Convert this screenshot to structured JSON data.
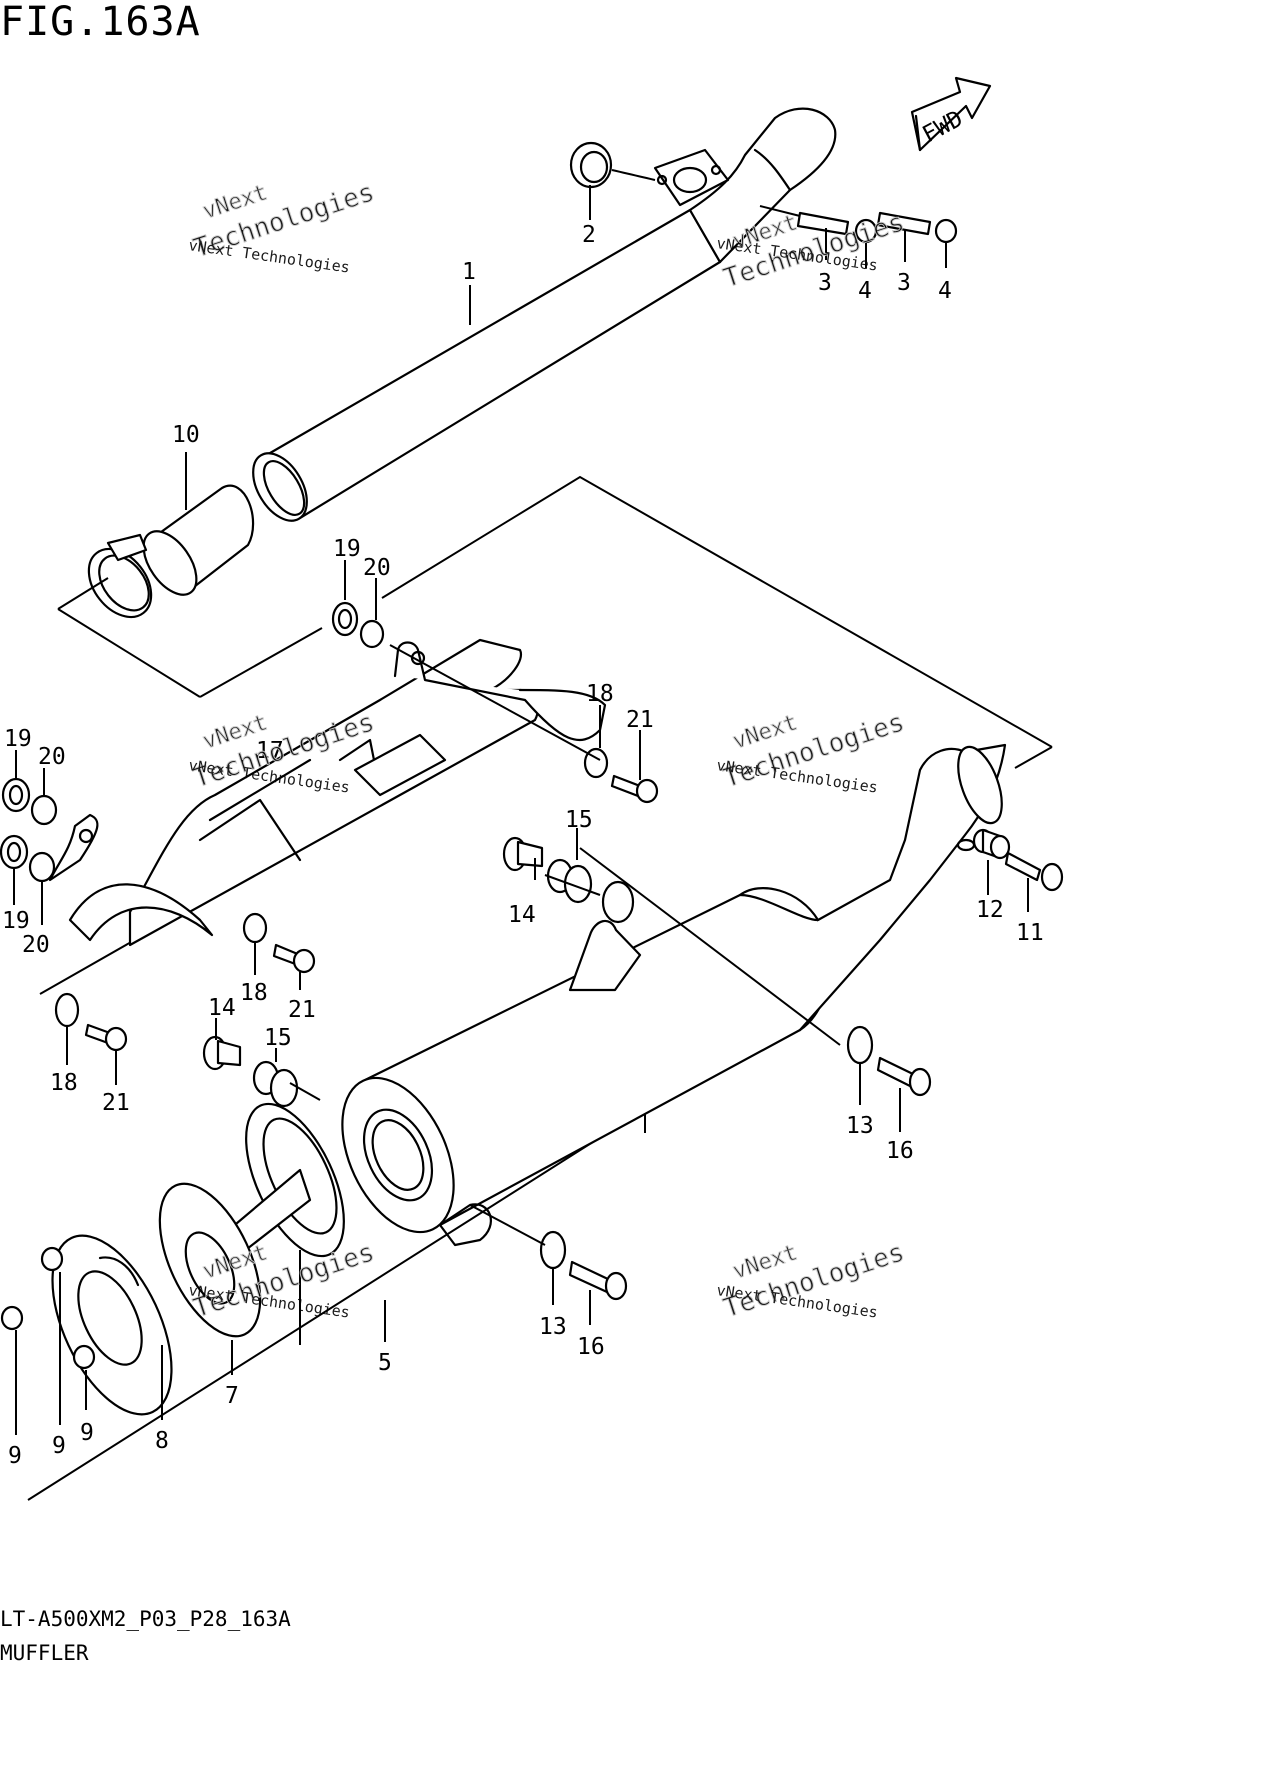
{
  "figure": {
    "title": "FIG.163A",
    "code": "LT-A500XM2_P03_P28_163A",
    "name": "MUFFLER"
  },
  "fwd_label": "FWD",
  "watermark": {
    "line1": "vNext",
    "line2": "vNext Technologies",
    "line3": "Technologies"
  },
  "callouts": {
    "c1": "1",
    "c2": "2",
    "c3a": "3",
    "c3b": "3",
    "c4a": "4",
    "c4b": "4",
    "c5": "5",
    "c7": "7",
    "c8": "8",
    "c9a": "9",
    "c9b": "9",
    "c9c": "9",
    "c10": "10",
    "c11": "11",
    "c12": "12",
    "c13a": "13",
    "c13b": "13",
    "c14a": "14",
    "c14b": "14",
    "c15a": "15",
    "c15b": "15",
    "c16a": "16",
    "c16b": "16",
    "c17": "17",
    "c18a": "18",
    "c18b": "18",
    "c18c": "18",
    "c19a": "19",
    "c19b": "19",
    "c19c": "19",
    "c20a": "20",
    "c20b": "20",
    "c20c": "20",
    "c21a": "21",
    "c21b": "21",
    "c21c": "21"
  }
}
